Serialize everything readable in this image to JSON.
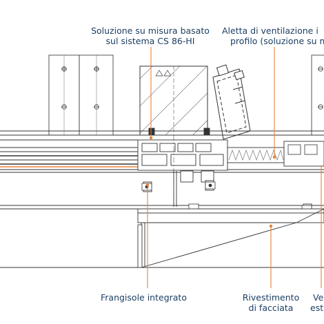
{
  "callouts": {
    "top_left": {
      "line1": "Soluzione su misura basato",
      "line2": "sul sistema CS 86-HI"
    },
    "top_right": {
      "line1": "Aletta di ventilazione i",
      "line2": "profilo (soluzione su m"
    },
    "bottom_left": {
      "line1": "Frangisole integrato"
    },
    "bottom_mid": {
      "line1": "Rivestimento",
      "line2": "di facciata"
    },
    "bottom_right": {
      "line1": "Ve",
      "line2": "este"
    }
  },
  "colors": {
    "leader": "#e8823a",
    "text": "#1c3f63",
    "drawing": "#3c3c3c",
    "insulation": "#8a8a8a"
  },
  "icons": [
    "screw-icon",
    "hinge-icon",
    "seal-icon"
  ]
}
